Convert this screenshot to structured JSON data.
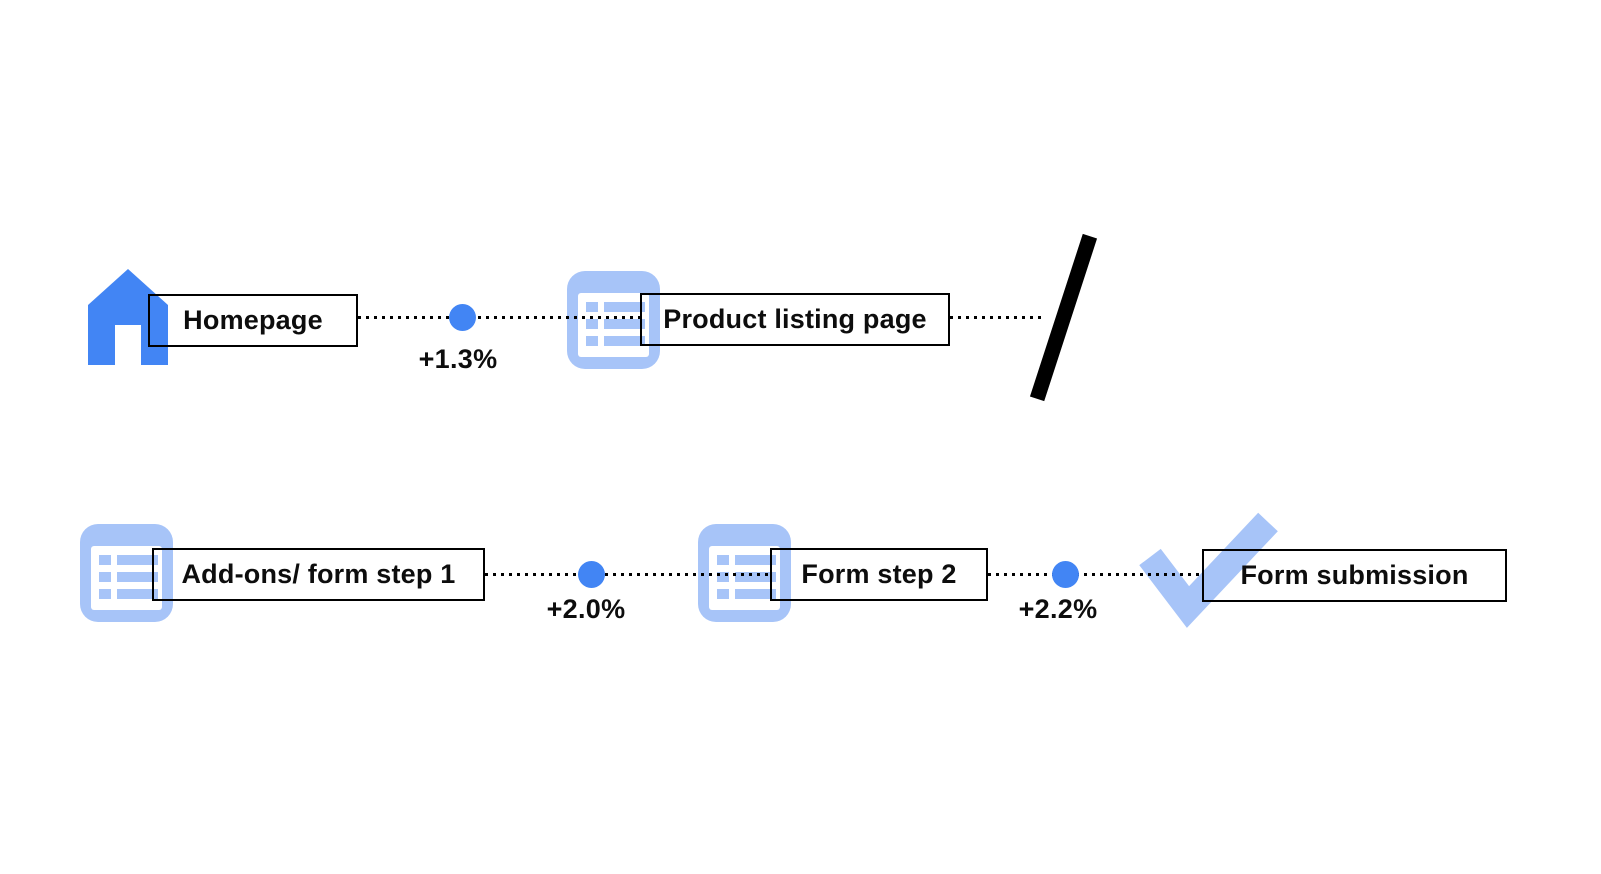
{
  "colors": {
    "node_blue": "#4285F4",
    "icon_light_blue": "#A7C4F8",
    "line_black": "#000000",
    "background": "#FFFFFF"
  },
  "flow": {
    "nodes": {
      "homepage": {
        "label": "Homepage",
        "icon": "home-icon"
      },
      "product_listing": {
        "label": "Product listing page",
        "icon": "list-icon"
      },
      "addons_form_step_1": {
        "label": "Add-ons/ form step 1",
        "icon": "list-icon"
      },
      "form_step_2": {
        "label": "Form step 2",
        "icon": "list-icon"
      },
      "form_submission": {
        "label": "Form submission",
        "icon": "check-icon"
      }
    },
    "connectors": {
      "homepage_to_product_listing": {
        "delta": "+1.3%"
      },
      "addons_to_form_step_2": {
        "delta": "+2.0%"
      },
      "form_step_2_to_submission": {
        "delta": "+2.2%"
      }
    },
    "path_break": {
      "symbol": "/"
    }
  }
}
